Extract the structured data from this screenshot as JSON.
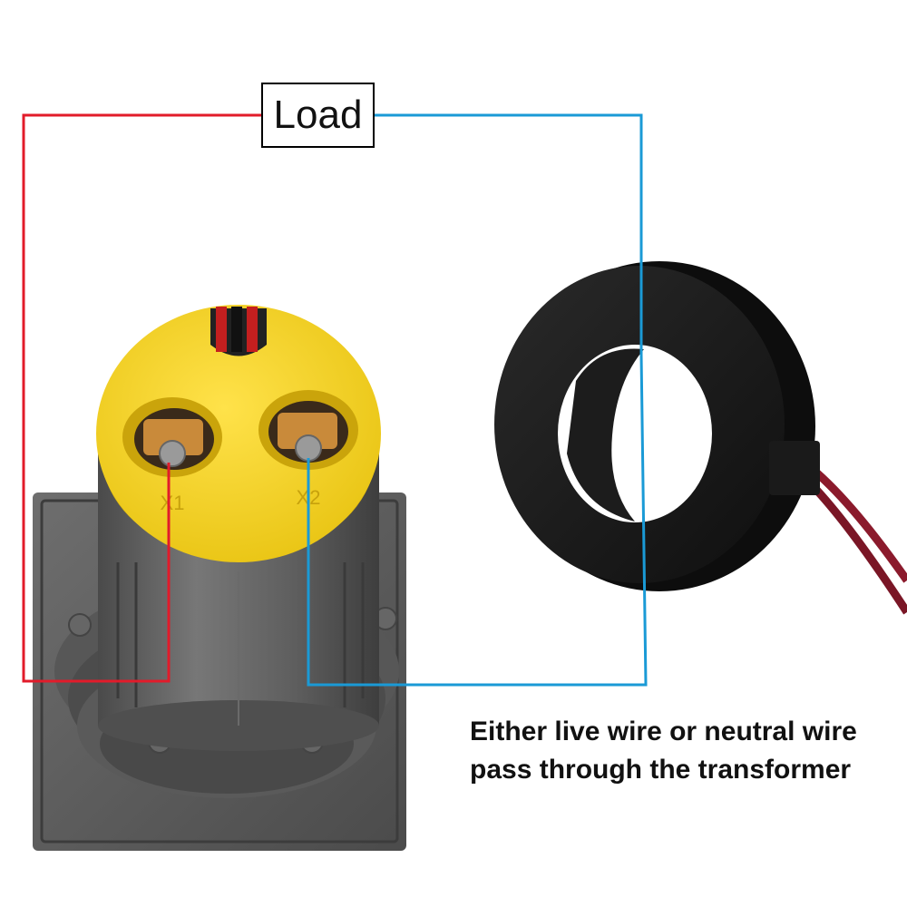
{
  "load_label": "Load",
  "caption": {
    "line1": "Either live wire or neutral wire",
    "line2": "pass through the transformer"
  },
  "terminals": {
    "x1": "X1",
    "x2": "X2"
  },
  "colors": {
    "live_wire": "#e21b2a",
    "neutral_wire": "#1a9ad6",
    "meter_face": "#f4d21f",
    "meter_body": "#5f5f5f",
    "transformer": "#1a1a1a",
    "lead_wire": "#8b1a2c"
  }
}
